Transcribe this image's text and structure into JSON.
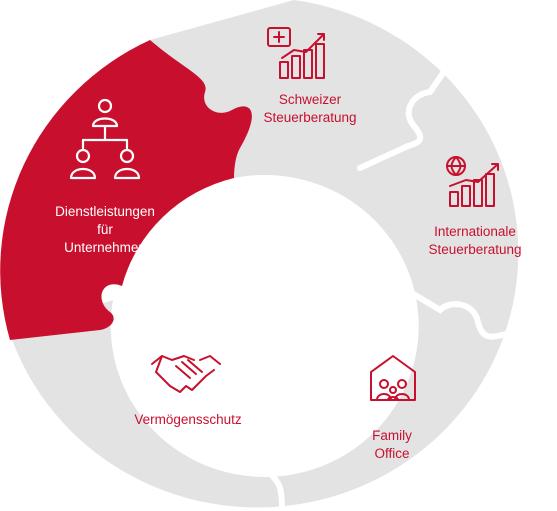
{
  "colors": {
    "accent": "#c8102e",
    "segment": "#e3e3e3",
    "divider": "#ffffff"
  },
  "segments": [
    {
      "id": "dienstleistungen",
      "lines": [
        "Dienstleistungen",
        "für",
        "Unternehmen"
      ],
      "icon": "org-chart-icon",
      "active": true
    },
    {
      "id": "schweizer",
      "lines": [
        "Schweizer",
        "Steuerberatung"
      ],
      "icon": "swiss-chart-icon",
      "active": false
    },
    {
      "id": "international",
      "lines": [
        "Internationale",
        "Steuerberatung"
      ],
      "icon": "globe-chart-icon",
      "active": false
    },
    {
      "id": "family",
      "lines": [
        "Family",
        "Office"
      ],
      "icon": "family-house-icon",
      "active": false
    },
    {
      "id": "vermoegen",
      "lines": [
        "Vermögensschutz"
      ],
      "icon": "handshake-icon",
      "active": false
    }
  ]
}
